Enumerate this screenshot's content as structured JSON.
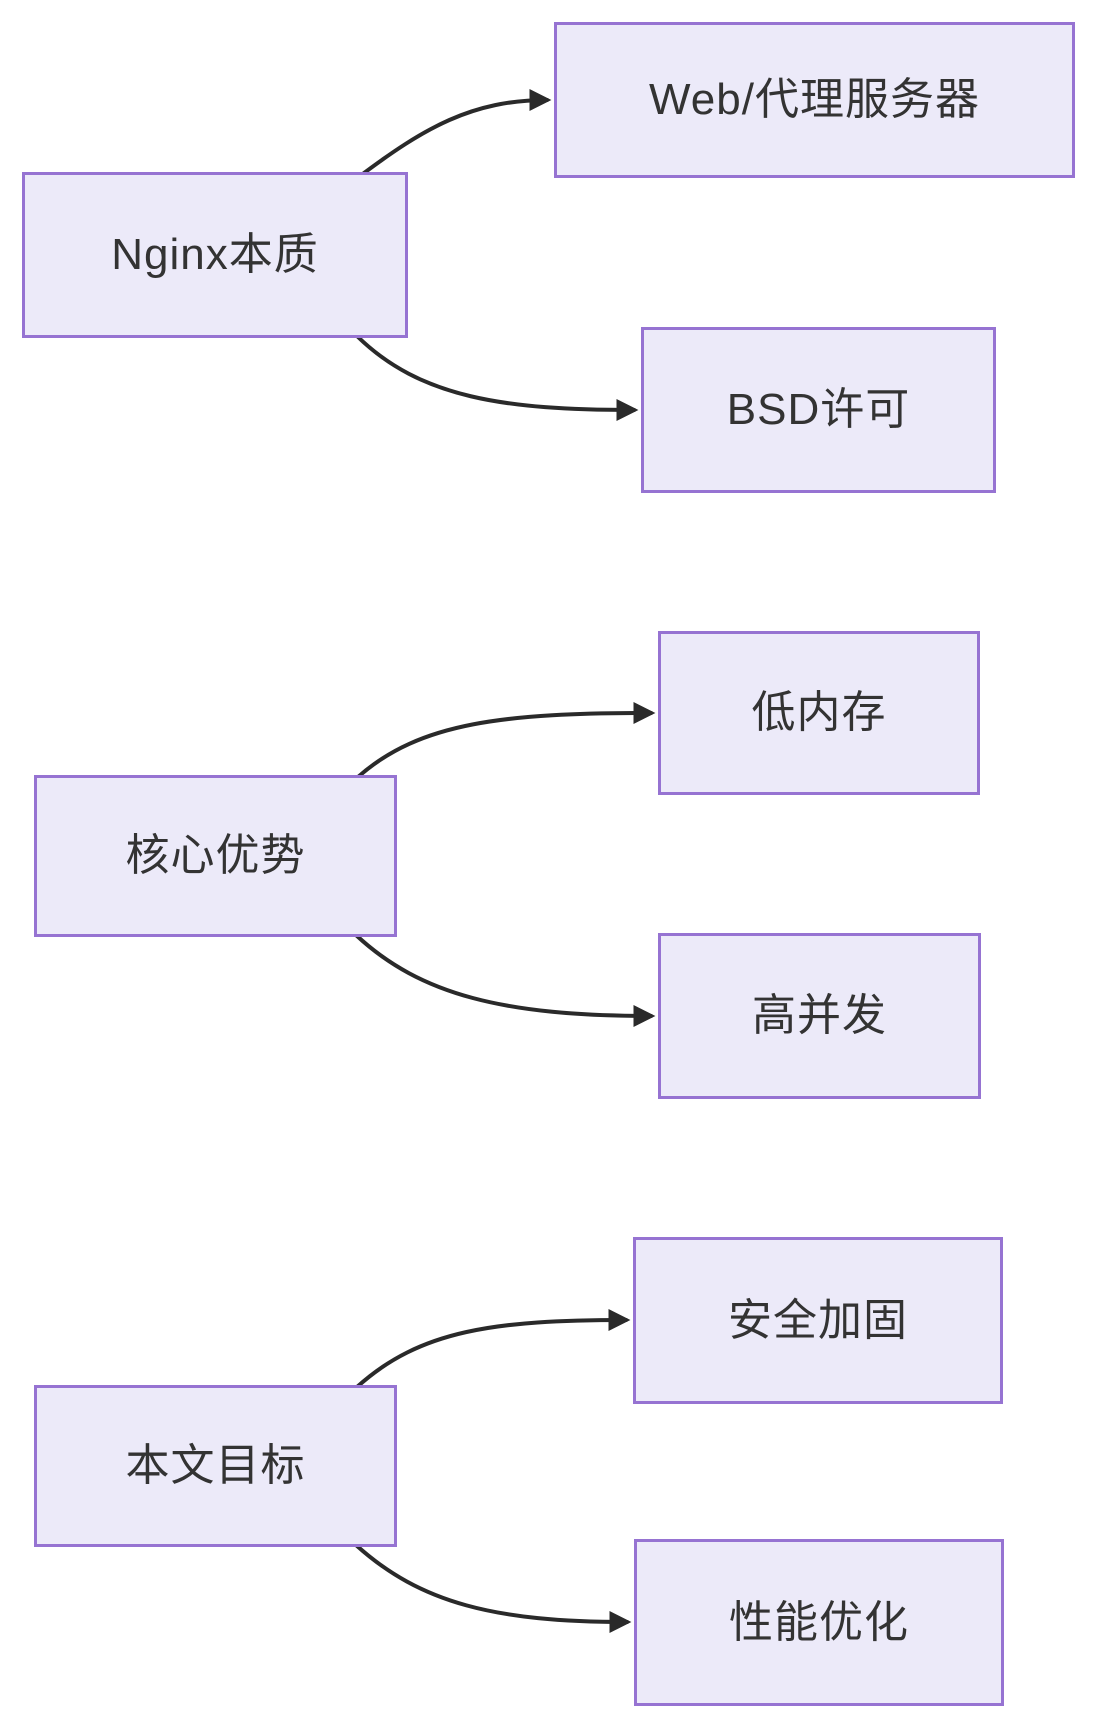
{
  "diagram": {
    "colors": {
      "background": "#ffffff",
      "node_fill": "#eceaf9",
      "node_border": "#9673d2",
      "node_text": "#333333",
      "arrow": "#2a2a2a"
    },
    "nodes": [
      {
        "id": "nginx",
        "label": "Nginx本质"
      },
      {
        "id": "web",
        "label": "Web/代理服务器"
      },
      {
        "id": "bsd",
        "label": "BSD许可"
      },
      {
        "id": "core",
        "label": "核心优势"
      },
      {
        "id": "lowmem",
        "label": "低内存"
      },
      {
        "id": "highconc",
        "label": "高并发"
      },
      {
        "id": "goal",
        "label": "本文目标"
      },
      {
        "id": "security",
        "label": "安全加固"
      },
      {
        "id": "perf",
        "label": "性能优化"
      }
    ],
    "edges": [
      {
        "from": "nginx",
        "to": "web"
      },
      {
        "from": "nginx",
        "to": "bsd"
      },
      {
        "from": "core",
        "to": "lowmem"
      },
      {
        "from": "core",
        "to": "highconc"
      },
      {
        "from": "goal",
        "to": "security"
      },
      {
        "from": "goal",
        "to": "perf"
      }
    ]
  }
}
